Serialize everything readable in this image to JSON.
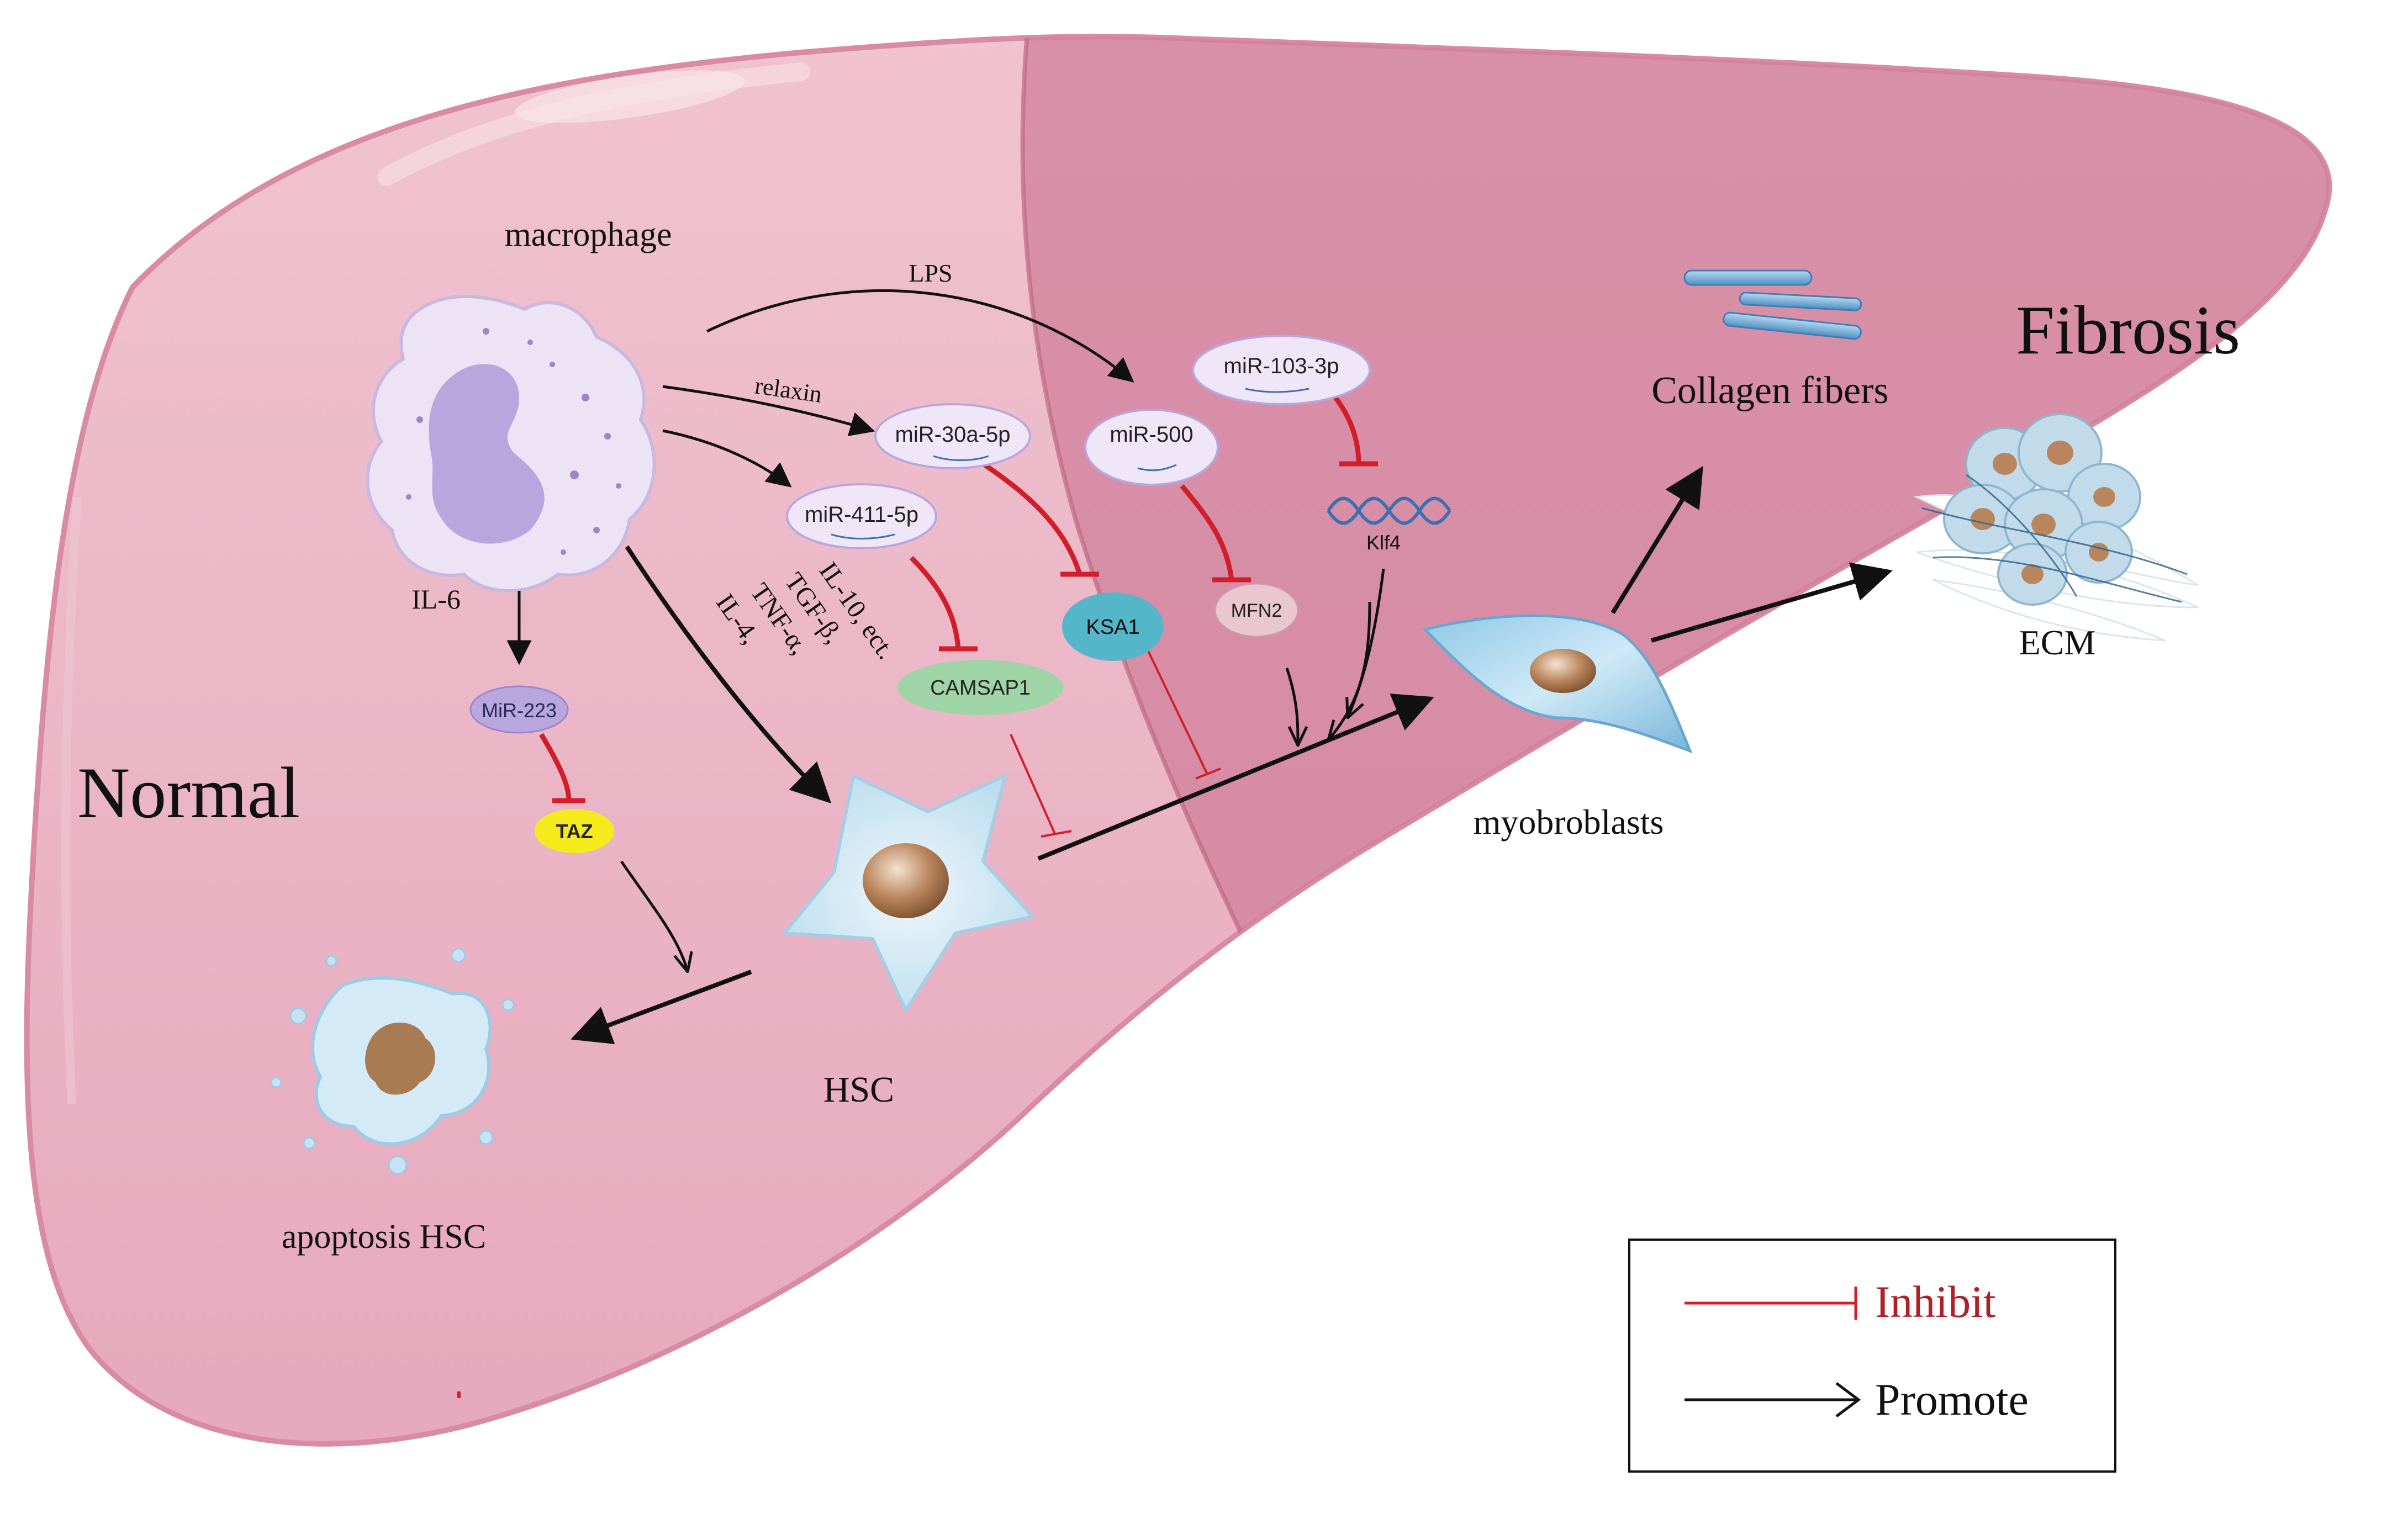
{
  "regions": {
    "normal": "Normal",
    "fibrosis": "Fibrosis"
  },
  "cells": {
    "macrophage": "macrophage",
    "hsc": "HSC",
    "apoptosis_hsc": "apoptosis HSC",
    "myofibroblasts": "myobroblasts",
    "collagen": "Collagen fibers",
    "ecm": "ECM"
  },
  "signals": {
    "lps": "LPS",
    "relaxin": "relaxin",
    "il6": "IL-6",
    "cytokines": [
      "IL-4,",
      "TNF-α,",
      "TGF-β,",
      "IL-10,  ect."
    ]
  },
  "mirnas": {
    "mir_223": "MiR-223",
    "mir_411": "miR-411-5p",
    "mir_30a": "miR-30a-5p",
    "mir_500": "miR-500",
    "mir_103": "miR-103-3p"
  },
  "targets": {
    "taz": "TAZ",
    "camsap1": "CAMSAP1",
    "ksa1": "KSA1",
    "mfn2": "MFN2",
    "klf4": "Klf4"
  },
  "legend": {
    "inhibit": "Inhibit",
    "promote": "Promote"
  },
  "colors": {
    "liver_light": "#e9b4c4",
    "liver_dark": "#cf7f99",
    "inhibit": "#d21e2a",
    "promote": "#111111",
    "mirna_fill": "#efe6f7",
    "taz_fill": "#f5ea1c",
    "camsap1_fill": "#9fd4a6",
    "ksa1_fill": "#54b6c8",
    "mfn2_fill": "#e9c6d0",
    "mir223_fill": "#b8a6df"
  }
}
